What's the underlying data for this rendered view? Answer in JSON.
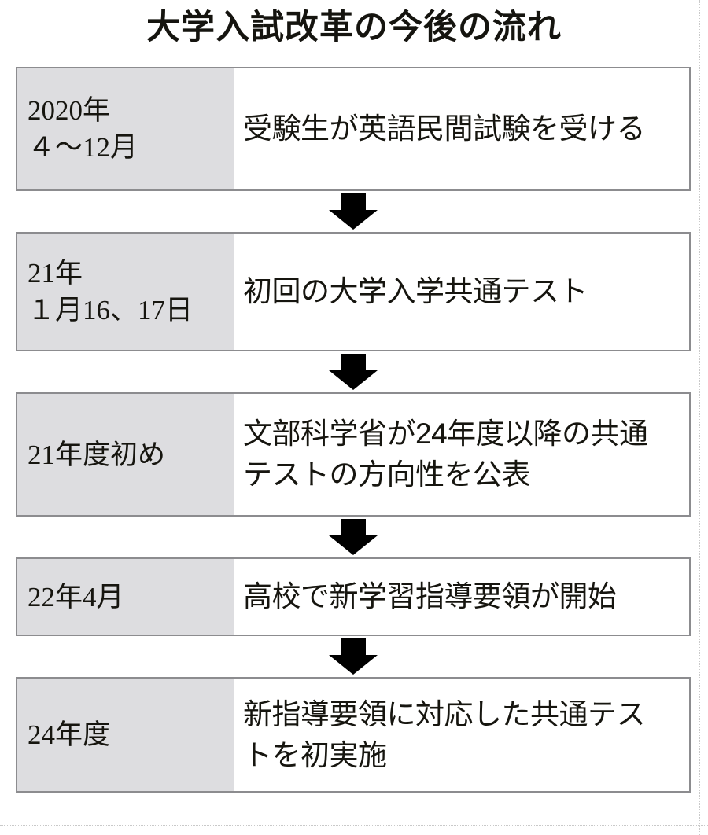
{
  "title": "大学入試改革の今後の流れ",
  "colors": {
    "period_cell_bg": "#dddde0",
    "event_cell_bg": "#ffffff",
    "box_border": "#8c8c8f",
    "text": "#16150f",
    "arrow": "#000000"
  },
  "flow": {
    "steps": [
      {
        "period_lines": [
          "2020年",
          "４〜12月"
        ],
        "event_lines": [
          "受験生が英語民間試験を受ける"
        ]
      },
      {
        "period_lines": [
          "21年",
          "１月16、17日"
        ],
        "event_lines": [
          "初回の大学入学共通テスト"
        ]
      },
      {
        "period_lines": [
          "21年度初め"
        ],
        "event_lines": [
          "文部科学省が24年度以降の共通",
          "テストの方向性を公表"
        ]
      },
      {
        "period_lines": [
          "22年4月"
        ],
        "event_lines": [
          "高校で新学習指導要領が開始"
        ]
      },
      {
        "period_lines": [
          "24年度"
        ],
        "event_lines": [
          "新指導要領に対応した共通テス",
          "トを初実施"
        ]
      }
    ],
    "connector_icon": "down-arrow-icon",
    "connector_count": 4
  }
}
